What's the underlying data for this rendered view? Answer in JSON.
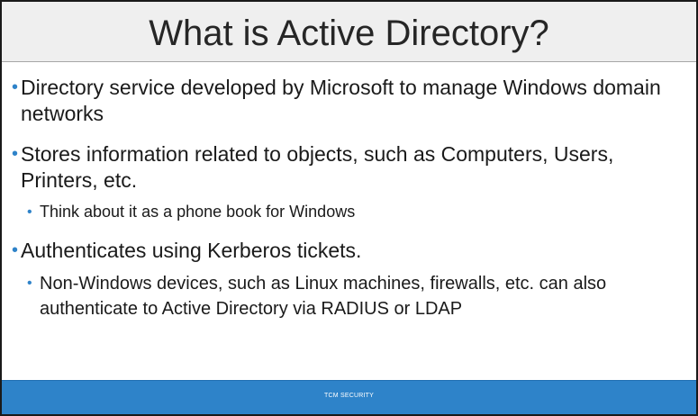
{
  "slide": {
    "title": "What is Active Directory?",
    "bullets": [
      {
        "marker": "•",
        "text": "Directory service developed by Microsoft to manage Windows domain networks"
      },
      {
        "marker": "•",
        "text": "Stores information related to objects, such as Computers, Users, Printers, etc.",
        "sub": [
          {
            "marker": "•",
            "text": "Think about it as a phone book for Windows"
          }
        ]
      },
      {
        "marker": "•",
        "text": "Authenticates using Kerberos tickets.",
        "sub": [
          {
            "marker": "•",
            "text": "Non-Windows devices, such as Linux machines, firewalls, etc. can also authenticate to Active Directory via RADIUS or LDAP"
          }
        ]
      }
    ],
    "footer": "TCM SECURITY"
  },
  "colors": {
    "accent": "#2f83c9",
    "footer_band": "#2e83c9",
    "title_band": "#efefef",
    "text": "#1a1a1a"
  }
}
